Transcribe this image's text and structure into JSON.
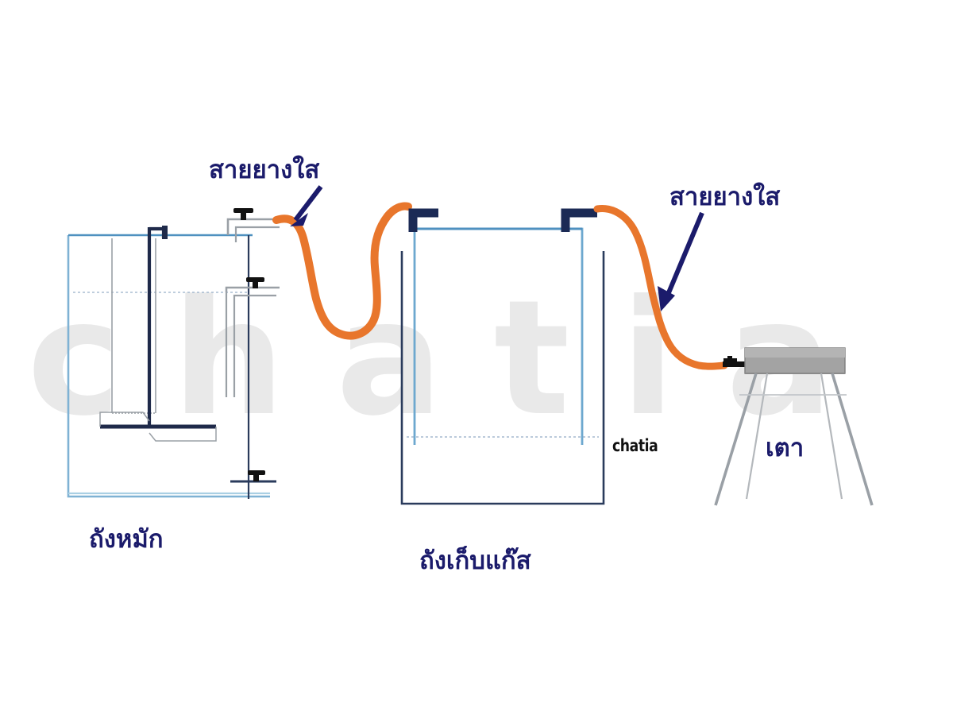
{
  "diagram": {
    "title_present": false,
    "type": "biogas-system-schematic",
    "background_color": "#ffffff",
    "palette": {
      "label_navy": "#1b1b6b",
      "hose_orange": "#e8762c",
      "tank_light_blue": "#6da8cf",
      "tank_dark_navy": "#1f2a4a",
      "pipe_gray": "#9aa0a6",
      "stove_gray": "#a0a0a0",
      "stove_gray_dark": "#8a8a8a",
      "watermark_gray": "#e9e9e9"
    },
    "labels": [
      {
        "id": "hose-left",
        "text": "สายยางใส",
        "meaning": "clear rubber hose"
      },
      {
        "id": "hose-right",
        "text": "สายยางใส",
        "meaning": "clear rubber hose"
      },
      {
        "id": "fermenter",
        "text": "ถังหมัก",
        "meaning": "fermentation tank"
      },
      {
        "id": "gas-tank",
        "text": "ถังเก็บแก๊ส",
        "meaning": "gas storage tank"
      },
      {
        "id": "stove",
        "text": "เตา",
        "meaning": "stove"
      }
    ],
    "watermark": {
      "big_text": "chatia",
      "small_text": "chatia"
    },
    "components": [
      {
        "name": "fermentation-tank",
        "valves": 3,
        "has_inlet_pipe": true,
        "has_baffle_plate": true
      },
      {
        "name": "gas-storage-tank",
        "inner_holder": true,
        "elbow_pipes": 2,
        "water_line": true
      },
      {
        "name": "gas-stove",
        "legs": 4,
        "burner_top": true,
        "nozzle": true
      }
    ],
    "hoses": [
      {
        "name": "hose-fermenter-to-gastank",
        "shape": "U-dip"
      },
      {
        "name": "hose-gastank-to-stove",
        "shape": "descending-S"
      }
    ],
    "arrows": [
      {
        "name": "arrow-to-left-hose",
        "direction": "down-left"
      },
      {
        "name": "arrow-to-right-hose",
        "direction": "down-left"
      }
    ]
  }
}
